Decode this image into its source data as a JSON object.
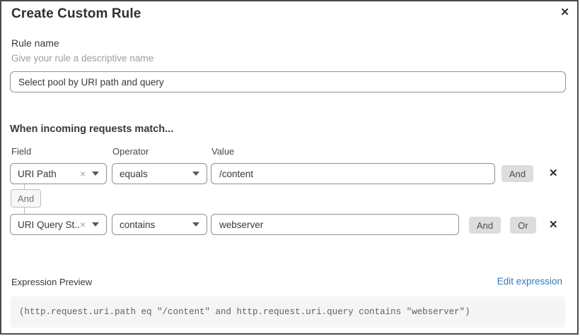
{
  "modal": {
    "title": "Create Custom Rule"
  },
  "icons": {
    "close": "✕",
    "remove": "✕",
    "clear": "×"
  },
  "rule_name": {
    "label": "Rule name",
    "helper": "Give your rule a descriptive name",
    "value": "Select pool by URI path and query"
  },
  "matcher": {
    "heading": "When incoming requests match...",
    "columns": {
      "field": "Field",
      "operator": "Operator",
      "value": "Value"
    },
    "rows": [
      {
        "field": "URI Path",
        "operator": "equals",
        "value": "/content",
        "buttons": [
          "And"
        ]
      },
      {
        "field": "URI Query St...",
        "operator": "contains",
        "value": "webserver",
        "buttons": [
          "And",
          "Or"
        ]
      }
    ],
    "connector": "And"
  },
  "expression": {
    "label": "Expression Preview",
    "edit_link": "Edit expression",
    "code": "(http.request.uri.path eq \"/content\" and http.request.uri.query contains \"webserver\")"
  },
  "colors": {
    "link": "#2f7bbf",
    "button_bg": "#dcdddd",
    "code_bg": "#f5f5f5",
    "border": "#8e9192"
  }
}
